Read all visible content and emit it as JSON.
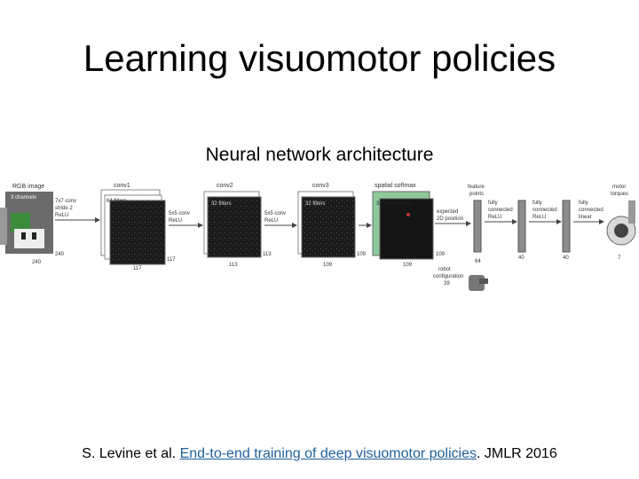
{
  "slide": {
    "title": "Learning visuomotor policies",
    "subtitle": "Neural network architecture",
    "citation_prefix": "S. Levine et al.",
    "citation_link": "End-to-end training of deep visuomotor policies",
    "citation_suffix": ". JMLR 2016"
  },
  "diagram": {
    "input": {
      "label": "RGB image",
      "channels": "3 channels",
      "height": "240",
      "width": "240"
    },
    "conv1_in": {
      "line1": "7x7 conv",
      "line2": "stride 2",
      "line3": "ReLU"
    },
    "conv1": {
      "label": "conv1",
      "filters": "64 filters",
      "height": "117",
      "width": "117"
    },
    "conv2_in": {
      "line1": "5x5 conv",
      "line2": "ReLU"
    },
    "conv2": {
      "label": "conv2",
      "filters": "32 filters",
      "height": "113",
      "width": "113"
    },
    "conv3_in": {
      "line1": "5x5 conv",
      "line2": "ReLU"
    },
    "conv3": {
      "label": "conv3",
      "filters": "32 filters",
      "height": "109",
      "width": "109"
    },
    "softmax": {
      "label": "spatial softmax",
      "filters": "32 distributions",
      "height": "109",
      "width": "109"
    },
    "expected": {
      "line1": "expected",
      "line2": "2D position"
    },
    "feature": {
      "line1": "feature",
      "line2": "points",
      "size": "64"
    },
    "robot": {
      "line1": "robot",
      "line2": "configuration",
      "size": "39"
    },
    "fc1": {
      "line1": "fully",
      "line2": "connected",
      "line3": "ReLU",
      "size": "40"
    },
    "fc2": {
      "line1": "fully",
      "line2": "connected",
      "line3": "ReLU",
      "size": "40"
    },
    "fc3": {
      "line1": "fully",
      "line2": "connected",
      "line3": "linear"
    },
    "output": {
      "line1": "motor",
      "line2": "torques",
      "size": "7"
    }
  },
  "colors": {
    "link": "#1f5f99",
    "softmax_green": "#8fc99a",
    "feature_map": "#1b1b1b",
    "vector_cell": "#8c8c8c"
  }
}
